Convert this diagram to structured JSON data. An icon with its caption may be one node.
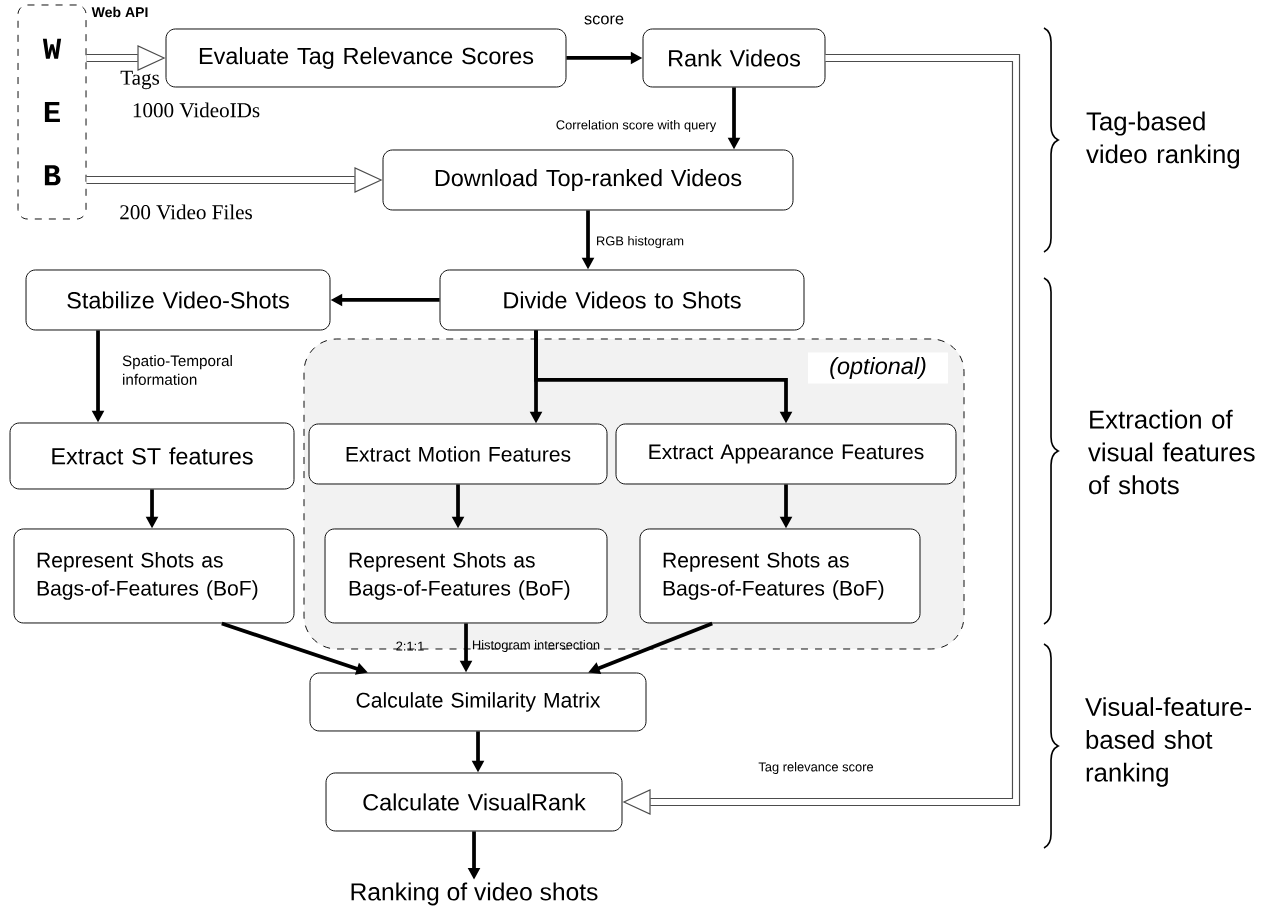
{
  "diagram": {
    "nodes": [
      {
        "text": [
          "W",
          "E",
          "B"
        ]
      },
      {
        "text": [
          "Evaluate Tag Relevance Scores"
        ]
      },
      {
        "text": [
          "Rank Videos"
        ]
      },
      {
        "text": [
          "Download Top-ranked Videos"
        ]
      },
      {
        "text": [
          "Stabilize  Video-Shots"
        ]
      },
      {
        "text": [
          "Divide  Videos  to Shots"
        ]
      },
      {
        "text": [
          "(optional)"
        ]
      },
      {
        "text": [
          "Extract ST features"
        ]
      },
      {
        "text": [
          "Extract Motion  Features"
        ],
        "in": 6
      },
      {
        "text": [
          "Extract Appearance Features"
        ],
        "in": 6
      },
      {
        "text": [
          "Represent Shots as Bags-of-Features (BoF)"
        ]
      },
      {
        "text": [
          "Represent Shots as Bags-of-Features (BoF)"
        ],
        "in": 6
      },
      {
        "text": [
          "Represent Shots as Bags-of-Features (BoF)"
        ],
        "in": 6
      },
      {
        "text": [
          "Calculate  Similarity Matrix"
        ]
      },
      {
        "text": [
          "Calculate VisualRank"
        ]
      },
      {
        "text": [
          "Ranking of video shots"
        ]
      }
    ],
    "edges": [
      {
        "from": 0,
        "to": 1,
        "arrow": "to",
        "label": "Web API",
        "style": "thick"
      },
      {
        "from": 1,
        "to": 2,
        "arrow": "to",
        "label": "score"
      },
      {
        "from": 2,
        "to": 3,
        "arrow": "to",
        "label": "Correlation score with query"
      },
      {
        "from": 0,
        "to": 3,
        "arrow": "to",
        "label": "200 Video Files",
        "style": "thick"
      },
      {
        "from": 3,
        "to": 5,
        "arrow": "to",
        "label": "RGB histogram"
      },
      {
        "from": 5,
        "to": 4,
        "arrow": "to"
      },
      {
        "from": 5,
        "to": 8,
        "arrow": "to"
      },
      {
        "from": 5,
        "to": 9,
        "arrow": "to"
      },
      {
        "from": 4,
        "to": 7,
        "arrow": "to",
        "label": "Spatio-Temporal information"
      },
      {
        "from": 7,
        "to": 10,
        "arrow": "to"
      },
      {
        "from": 8,
        "to": 11,
        "arrow": "to"
      },
      {
        "from": 9,
        "to": 12,
        "arrow": "to"
      },
      {
        "from": 10,
        "to": 13,
        "arrow": "to"
      },
      {
        "from": 11,
        "to": 13,
        "arrow": "to",
        "label": "Histogram intersection"
      },
      {
        "from": 12,
        "to": 13,
        "arrow": "to"
      },
      {
        "from": 13,
        "to": 14,
        "arrow": "to"
      },
      {
        "from": 2,
        "to": 14,
        "arrow": "to",
        "label": "Tag relevance score",
        "style": "thick"
      },
      {
        "from": 14,
        "to": 15,
        "arrow": "to"
      }
    ],
    "labels": [
      "Tags",
      "1000 VideoIDs",
      "2:1:1",
      "Tag-based video ranking",
      "Extraction of visual features of shots",
      "Visual-feature-based shot ranking"
    ]
  }
}
